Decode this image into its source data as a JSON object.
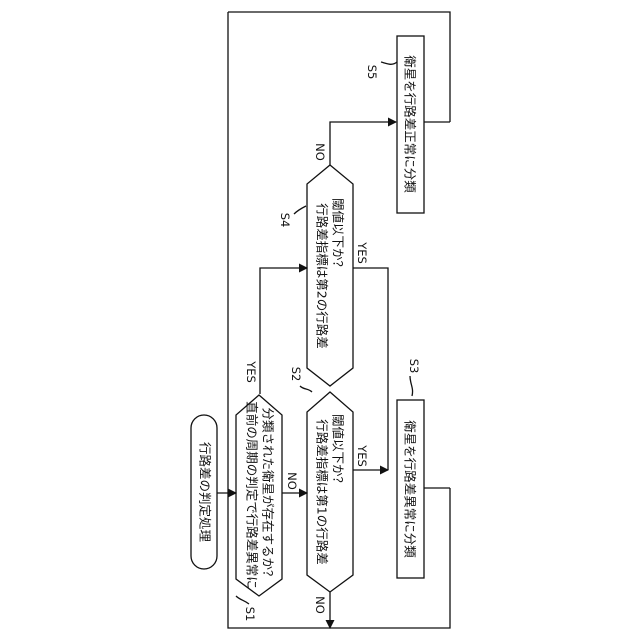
{
  "start": "行路差の判定処理",
  "steps": {
    "s1": {
      "id": "S1",
      "lines": [
        "直前の周期の判定で行路差異常に",
        "分類された衛星が存在するか？"
      ]
    },
    "s2": {
      "id": "S2",
      "lines": [
        "行路差指標は第1の行路差",
        "閾値以下か？"
      ]
    },
    "s3": {
      "id": "S3",
      "lines": [
        "衛星を行路差異常に分類"
      ]
    },
    "s4": {
      "id": "S4",
      "lines": [
        "行路差指標は第2の行路差",
        "閾値以下か？"
      ]
    },
    "s5": {
      "id": "S5",
      "lines": [
        "衛星を行路差正常に分類"
      ]
    }
  },
  "labels": {
    "yes": "YES",
    "no": "NO"
  }
}
